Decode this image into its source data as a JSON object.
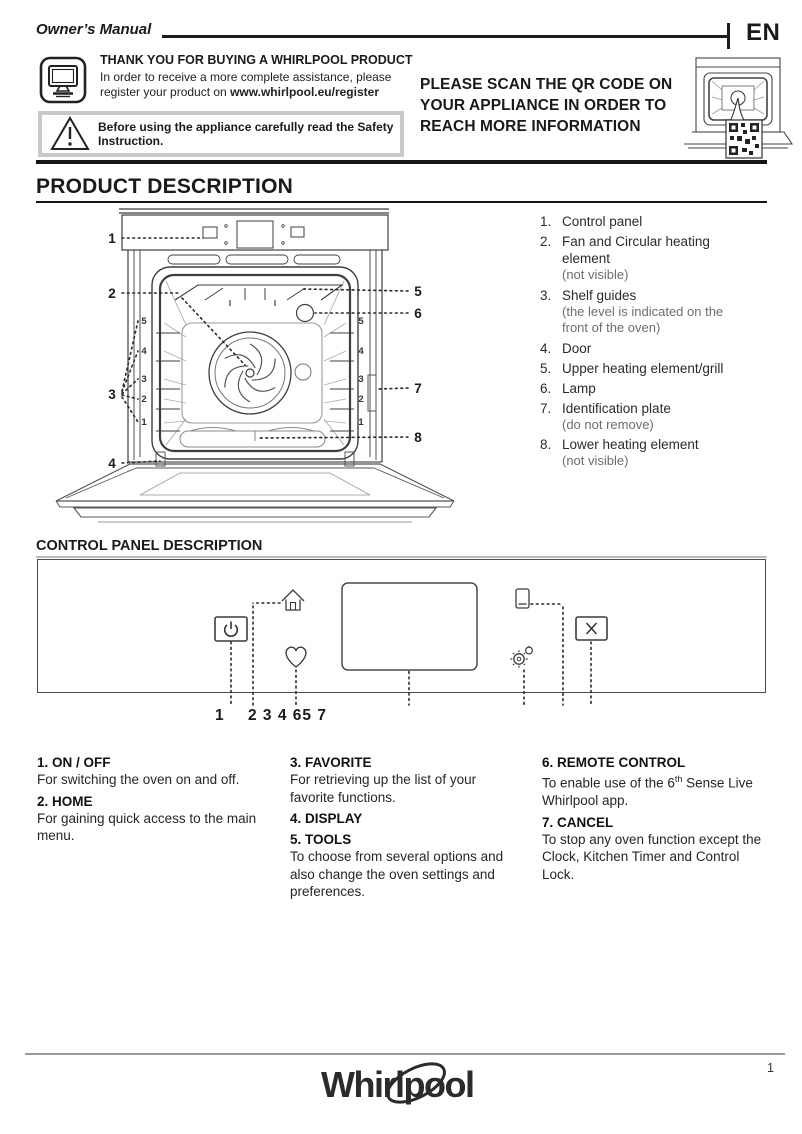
{
  "colors": {
    "text": "#1a1a1a",
    "muted": "#6e6e6e",
    "border_gray": "#c9c9c9"
  },
  "header": {
    "title": "Owner’s Manual",
    "lang": "EN"
  },
  "register": {
    "heading": "THANK YOU FOR BUYING A WHIRLPOOL PRODUCT",
    "body_line1": "In order to receive a more complete assistance, please",
    "body_line2_prefix": "register your product on ",
    "register_url": "www.whirlpool.eu/register"
  },
  "safety_warning": {
    "text": "Before using the appliance carefully read the Safety Instruction."
  },
  "qr_notice": {
    "line1": "PLEASE SCAN THE QR CODE ON",
    "line2": "YOUR APPLIANCE IN ORDER TO",
    "line3": "REACH MORE INFORMATION"
  },
  "product_description": {
    "heading": "PRODUCT DESCRIPTION",
    "parts": [
      {
        "num": "1.",
        "label": "Control panel",
        "note": ""
      },
      {
        "num": "2.",
        "label": "Fan and Circular heating element",
        "note": "(not visible)"
      },
      {
        "num": "3.",
        "label": "Shelf guides",
        "note": "(the level is indicated on the front of the oven)"
      },
      {
        "num": "4.",
        "label": "Door",
        "note": ""
      },
      {
        "num": "5.",
        "label": "Upper heating element/grill",
        "note": ""
      },
      {
        "num": "6.",
        "label": "Lamp",
        "note": ""
      },
      {
        "num": "7.",
        "label": "Identification plate",
        "note": "(do not remove)"
      },
      {
        "num": "8.",
        "label": "Lower heating element",
        "note": "(not visible)"
      }
    ],
    "diagram": {
      "callouts": {
        "c1": "1",
        "c2": "2",
        "c3": "3",
        "c4": "4",
        "c5": "5",
        "c6": "6",
        "c7": "7",
        "c8": "8"
      },
      "shelf_levels": [
        "5",
        "4",
        "3",
        "2",
        "1"
      ]
    }
  },
  "control_panel": {
    "heading": "CONTROL PANEL DESCRIPTION",
    "callout_first": "1",
    "callout_rest": "2 3 4 65 7",
    "functions": [
      {
        "title": "1. ON / OFF",
        "desc": "For switching the oven on and off."
      },
      {
        "title": "2. HOME",
        "desc": "For gaining quick access to the main menu."
      },
      {
        "title": "3. FAVORITE",
        "desc": "For retrieving up the list of your favorite functions."
      },
      {
        "title": "4. DISPLAY",
        "desc": ""
      },
      {
        "title": "5. TOOLS",
        "desc": "To choose from several options and also change the oven settings and preferences."
      },
      {
        "title": "6. REMOTE CONTROL",
        "desc_pre": "To enable use of the 6",
        "desc_sup": "th",
        "desc_post": " Sense Live Whirlpool app."
      },
      {
        "title": "7. CANCEL",
        "desc": "To stop any oven function except the Clock, Kitchen Timer and Control Lock."
      }
    ]
  },
  "footer": {
    "brand": "Whirlpool",
    "page_number": "1"
  }
}
